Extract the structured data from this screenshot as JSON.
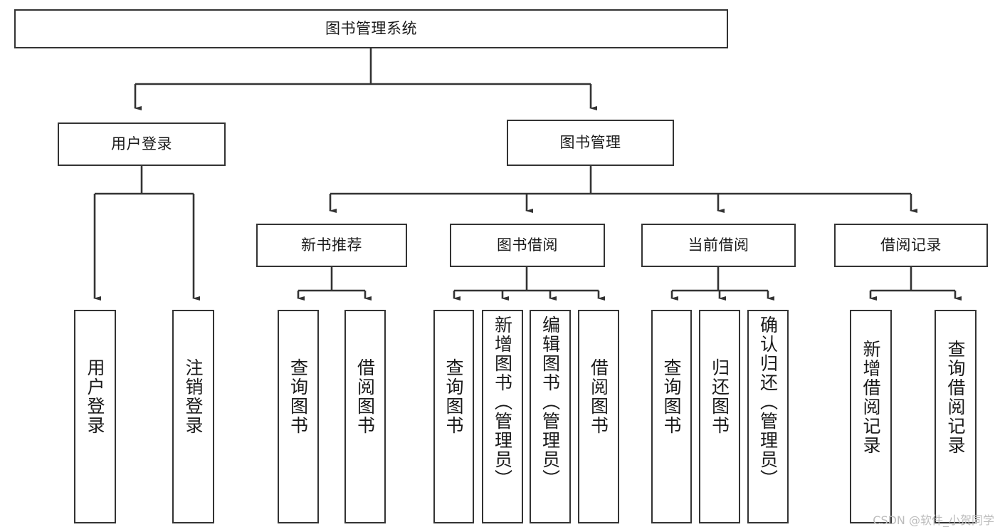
{
  "diagram": {
    "type": "tree",
    "title": "图书管理系统",
    "root": {
      "label": "图书管理系统"
    },
    "level2": [
      {
        "label": "用户登录"
      },
      {
        "label": "图书管理"
      }
    ],
    "level3": [
      {
        "label": "新书推荐"
      },
      {
        "label": "图书借阅"
      },
      {
        "label": "当前借阅"
      },
      {
        "label": "借阅记录"
      }
    ],
    "leaves": {
      "user_login": [
        {
          "label": "用户登录"
        },
        {
          "label": "注销登录"
        }
      ],
      "new_book": [
        {
          "label": "查询图书"
        },
        {
          "label": "借阅图书"
        }
      ],
      "book_borrow": [
        {
          "label": "查询图书"
        },
        {
          "label": "新增图书（管理员）"
        },
        {
          "label": "编辑图书（管理员）"
        },
        {
          "label": "借阅图书"
        }
      ],
      "current_borrow": [
        {
          "label": "查询图书"
        },
        {
          "label": "归还图书"
        },
        {
          "label": "确认归还（管理员）"
        }
      ],
      "borrow_record": [
        {
          "label": "新增借阅记录"
        },
        {
          "label": "查询借阅记录"
        }
      ]
    }
  },
  "watermark": {
    "text": "CSDN @软件_小贺同学"
  },
  "colors": {
    "stroke": "#333333",
    "background": "#ffffff",
    "text": "#1a1a1a",
    "watermark": "#bcbcbc"
  }
}
